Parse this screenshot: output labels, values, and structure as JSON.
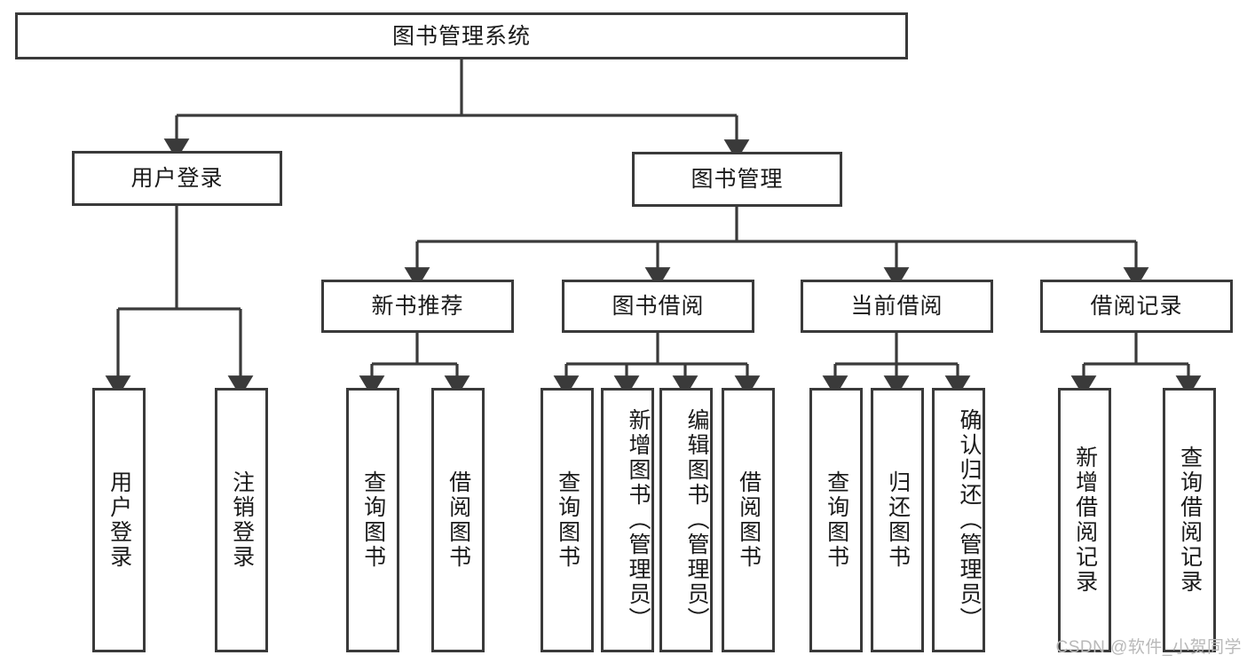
{
  "diagram": {
    "title": "图书管理系统",
    "type": "tree-hierarchy-diagram",
    "theme": {
      "stroke": "#3a3a3a",
      "fill": "#ffffff",
      "text": "#1a1a1a",
      "watermark_color": "#b9b9b9"
    },
    "root": {
      "label": "图书管理系统"
    },
    "level2": [
      {
        "label": "用户登录"
      },
      {
        "label": "图书管理"
      }
    ],
    "level3": [
      {
        "label": "新书推荐"
      },
      {
        "label": "图书借阅"
      },
      {
        "label": "当前借阅"
      },
      {
        "label": "借阅记录"
      }
    ],
    "leaves": {
      "user_login": [
        {
          "label": "用户登录"
        },
        {
          "label": "注销登录"
        }
      ],
      "new_book_recommend": [
        {
          "label": "查询图书"
        },
        {
          "label": "借阅图书"
        }
      ],
      "book_borrow": [
        {
          "label": "查询图书"
        },
        {
          "label": "新增图书（管理员）"
        },
        {
          "label": "编辑图书（管理员）"
        },
        {
          "label": "借阅图书"
        }
      ],
      "current_borrow": [
        {
          "label": "查询图书"
        },
        {
          "label": "归还图书"
        },
        {
          "label": "确认归还（管理员）"
        }
      ],
      "borrow_record": [
        {
          "label": "新增借阅记录"
        },
        {
          "label": "查询借阅记录"
        }
      ]
    },
    "watermark": "CSDN @软件_小贺同学"
  }
}
